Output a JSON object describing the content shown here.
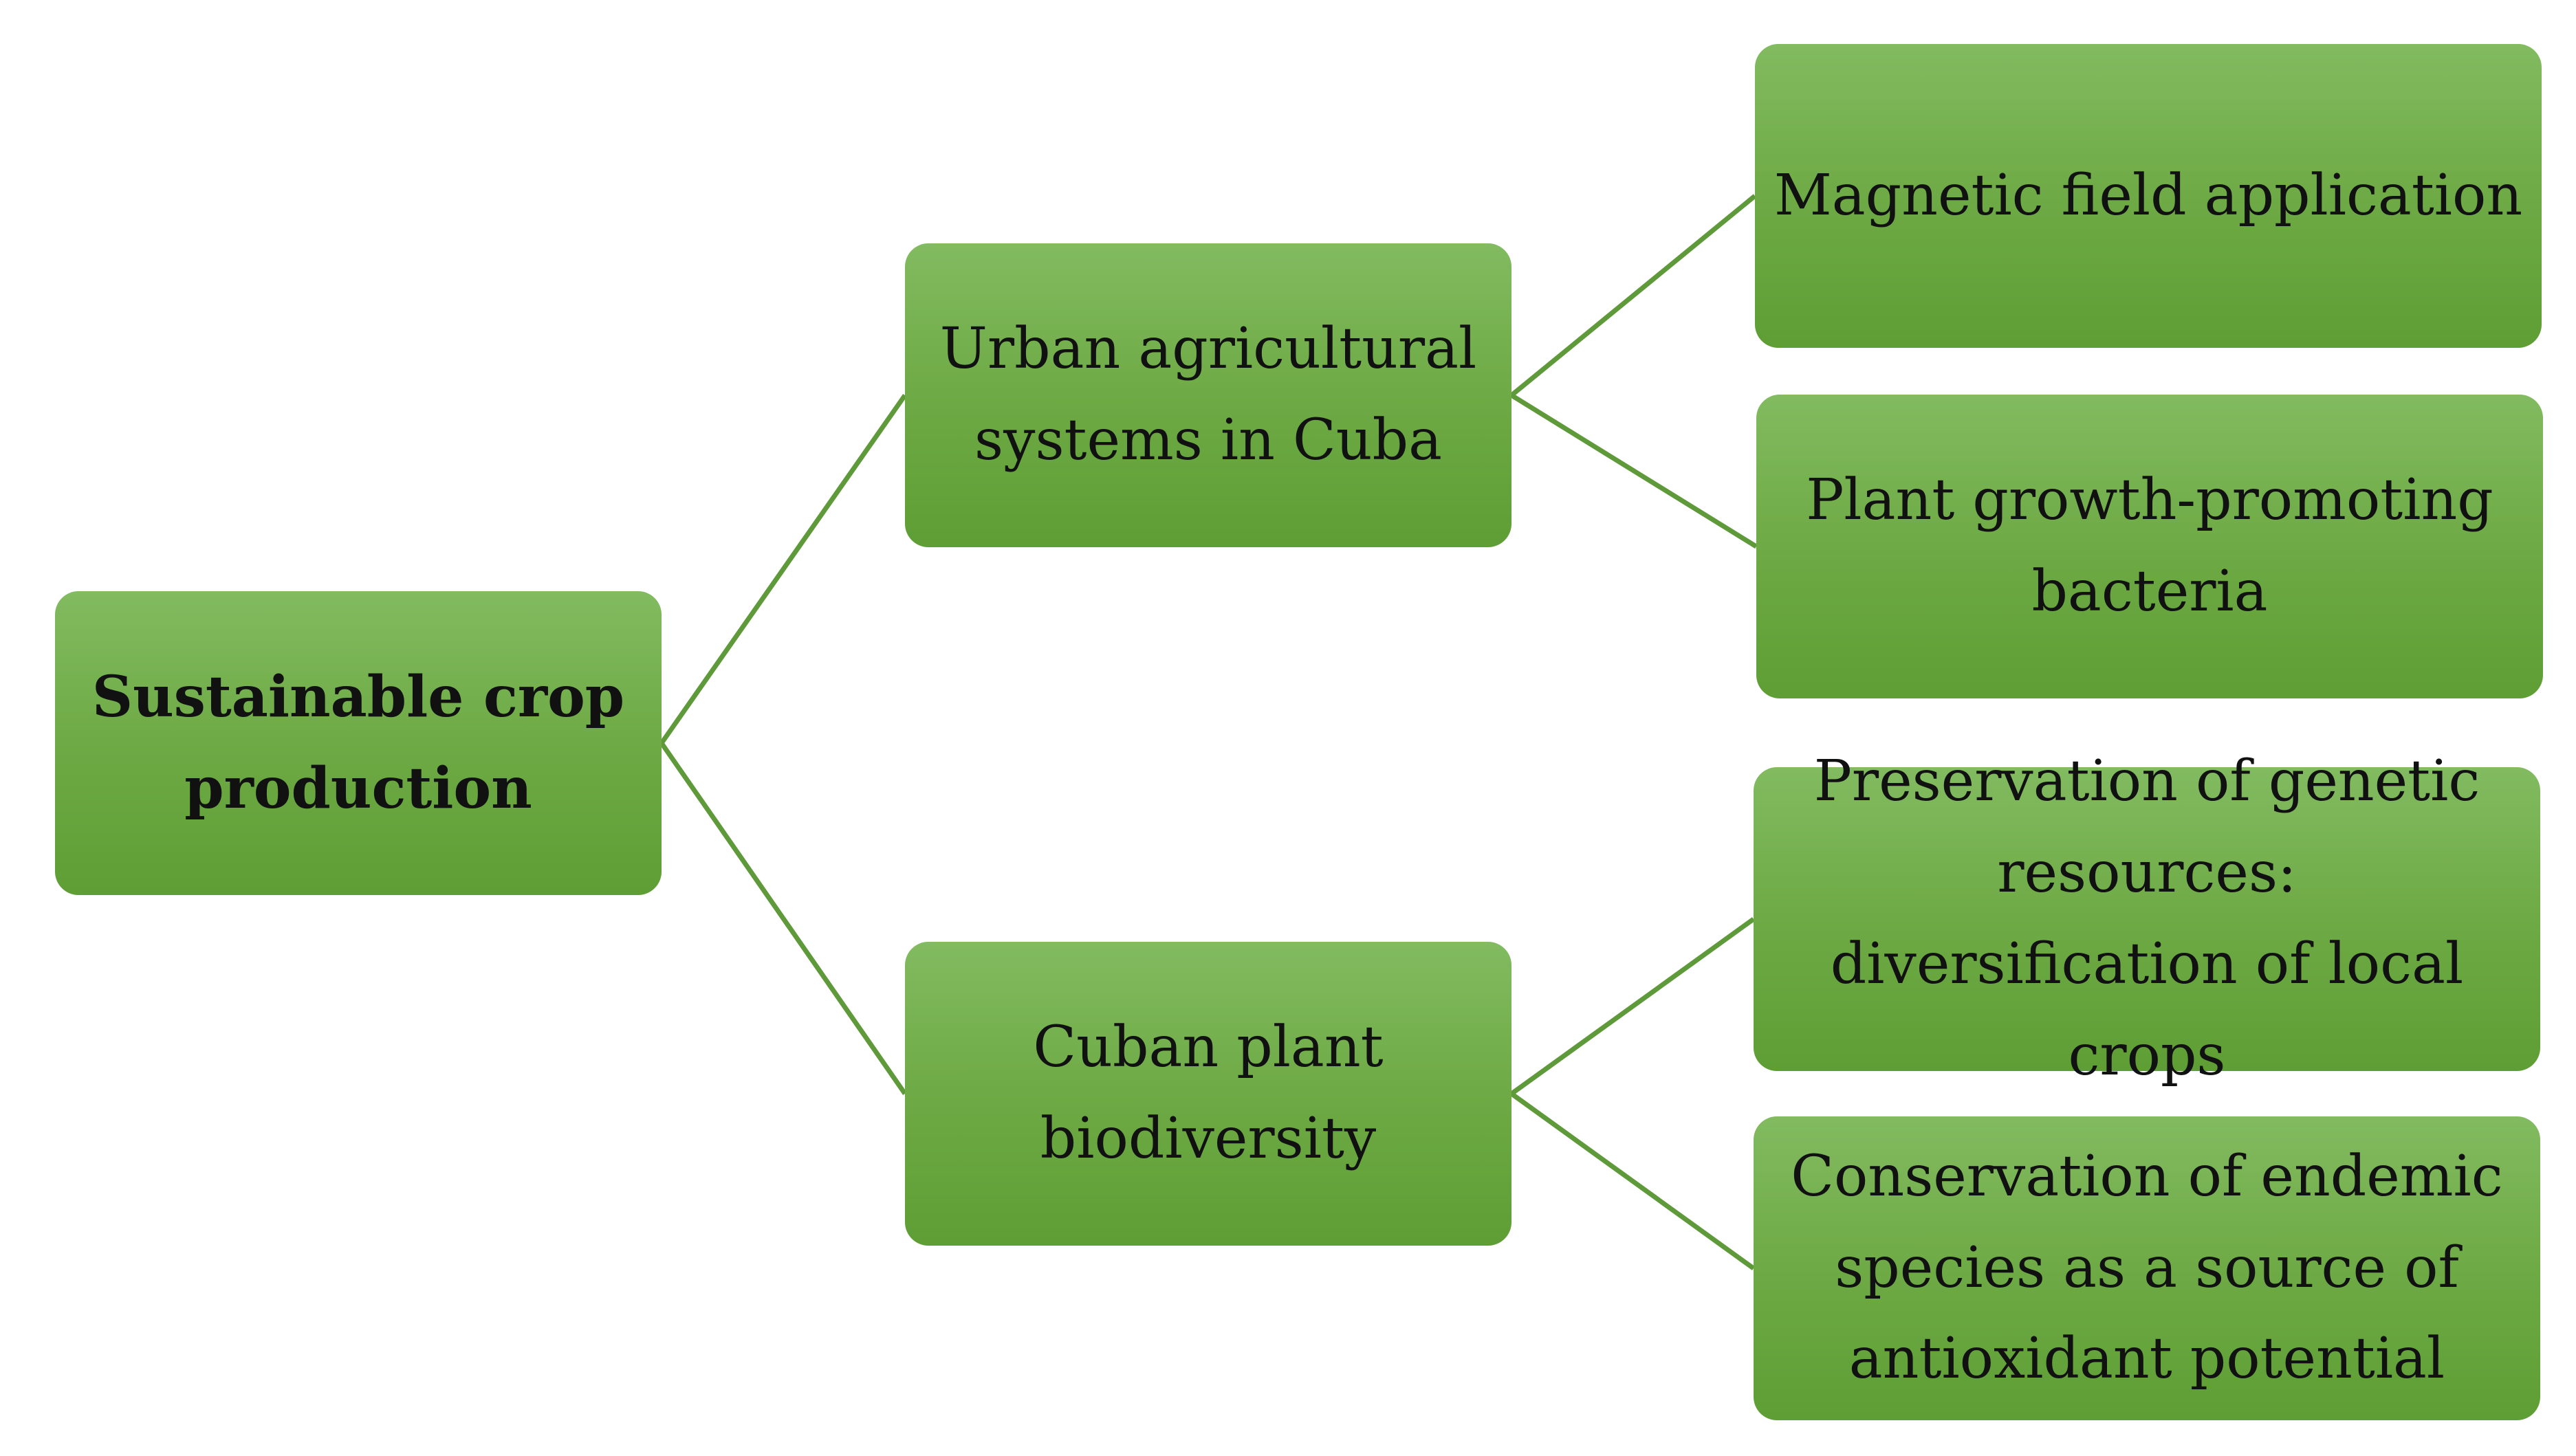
{
  "diagram": {
    "root": {
      "lines": [
        "Sustainable crop",
        "production"
      ]
    },
    "branches": [
      {
        "lines": [
          "Urban agricultural",
          "systems in Cuba"
        ],
        "children": [
          {
            "lines": [
              "Magnetic field application"
            ]
          },
          {
            "lines": [
              "Plant growth-promoting",
              "bacteria"
            ]
          }
        ]
      },
      {
        "lines": [
          "Cuban plant",
          "biodiversity"
        ],
        "children": [
          {
            "lines": [
              "Preservation of genetic",
              "resources:",
              "diversification of local crops"
            ]
          },
          {
            "lines": [
              "Conservation of endemic",
              "species as a source of",
              "antioxidant potential"
            ]
          }
        ]
      }
    ],
    "colors": {
      "box_top": "#82bb60",
      "box_bottom": "#5e9e34",
      "connector": "#5f9a3a",
      "text": "#111111"
    }
  }
}
